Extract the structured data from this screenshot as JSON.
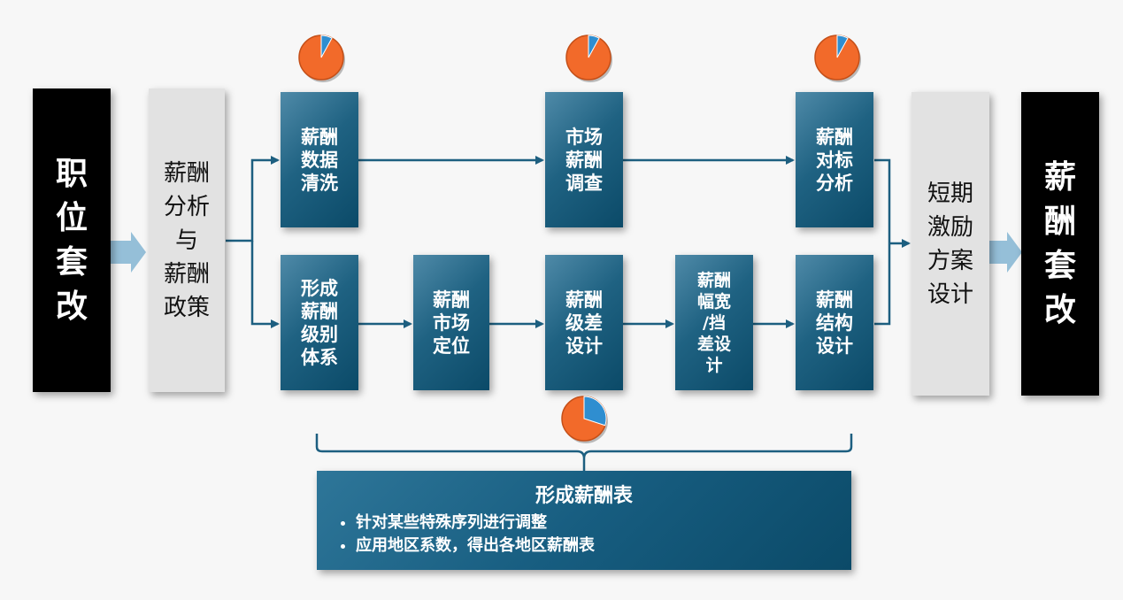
{
  "colors": {
    "arrow_blue": "#1d5f80",
    "box_blue": "#1f6282",
    "pie_orange": "#f26a2a",
    "pie_blue": "#2f8ed0",
    "left_arrow_blue": "#8ab8d4"
  },
  "nodes": {
    "job_reform": "职\n位\n套\n改",
    "pay_policy": "薪酬\n分析\n与\n薪酬\n政策",
    "data_cleaning": "薪酬\n数据\n清洗",
    "market_survey": "市场\n薪酬\n调查",
    "benchmark": "薪酬\n对标\n分析",
    "grade_system": "形成\n薪酬\n级别\n体系",
    "market_position": "薪酬\n市场\n定位",
    "grade_diff": "薪酬\n级差\n设计",
    "band_design": "薪酬\n幅宽\n/挡\n差设\n计",
    "structure_design": "薪酬\n结构\n设计",
    "incentive": "短期\n激励\n方案\n设计",
    "pay_reform": "薪\n酬\n套\n改"
  },
  "progress": {
    "data_cleaning_pie": 0.08,
    "market_survey_pie": 0.08,
    "benchmark_pie": 0.08,
    "summary_pie": 0.3
  },
  "summary": {
    "title": "形成薪酬表",
    "bullets": [
      "针对某些特殊序列进行调整",
      "应用地区系数，得出各地区薪酬表"
    ]
  }
}
